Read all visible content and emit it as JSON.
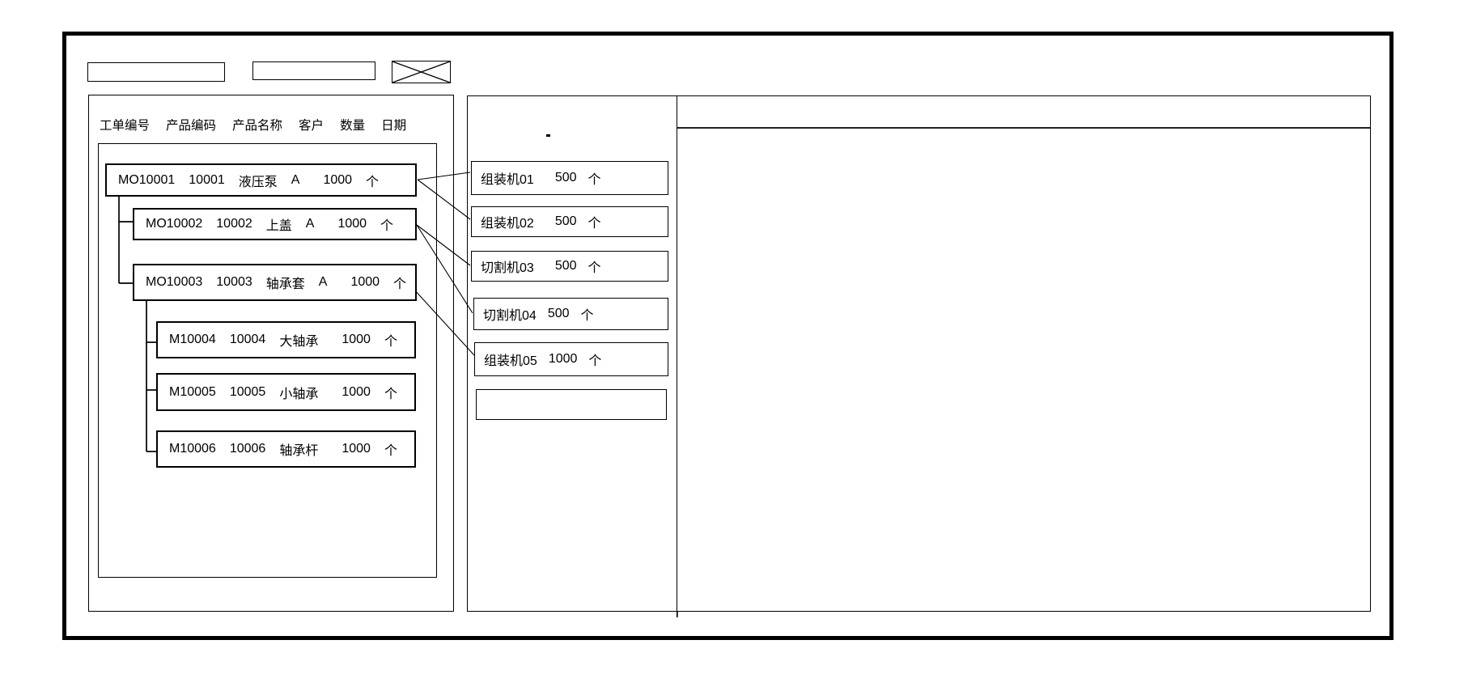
{
  "colors": {
    "line": "#000000",
    "background": "#ffffff"
  },
  "toolbar": {
    "input1_value": "",
    "input2_value": "",
    "image_placeholder": "x-crossed-box"
  },
  "left_panel": {
    "columns": [
      "工单编号",
      "产品编码",
      "产品名称",
      "客户",
      "数量",
      "日期"
    ],
    "orders": [
      {
        "order_no": "MO10001",
        "product_code": "10001",
        "product_name": "液压泵",
        "customer": "A",
        "quantity": "1000",
        "unit": "个",
        "level": 1
      },
      {
        "order_no": "MO10002",
        "product_code": "10002",
        "product_name": "上盖",
        "customer": "A",
        "quantity": "1000",
        "unit": "个",
        "level": 2
      },
      {
        "order_no": "MO10003",
        "product_code": "10003",
        "product_name": "轴承套",
        "customer": "A",
        "quantity": "1000",
        "unit": "个",
        "level": 2
      },
      {
        "order_no": "M10004",
        "product_code": "10004",
        "product_name": "大轴承",
        "quantity": "1000",
        "unit": "个",
        "level": 3
      },
      {
        "order_no": "M10005",
        "product_code": "10005",
        "product_name": "小轴承",
        "quantity": "1000",
        "unit": "个",
        "level": 3
      },
      {
        "order_no": "M10006",
        "product_code": "10006",
        "product_name": "轴承杆",
        "quantity": "1000",
        "unit": "个",
        "level": 3
      }
    ]
  },
  "machine_panel": {
    "machines": [
      {
        "name": "组装机01",
        "quantity": "500",
        "unit": "个"
      },
      {
        "name": "组装机02",
        "quantity": "500",
        "unit": "个"
      },
      {
        "name": "切割机03",
        "quantity": "500",
        "unit": "个"
      },
      {
        "name": "切割机04",
        "quantity": "500",
        "unit": "个"
      },
      {
        "name": "组装机05",
        "quantity": "1000",
        "unit": "个"
      },
      {
        "name": "",
        "quantity": "",
        "unit": ""
      }
    ]
  },
  "schedule_panel": {
    "content": ""
  }
}
